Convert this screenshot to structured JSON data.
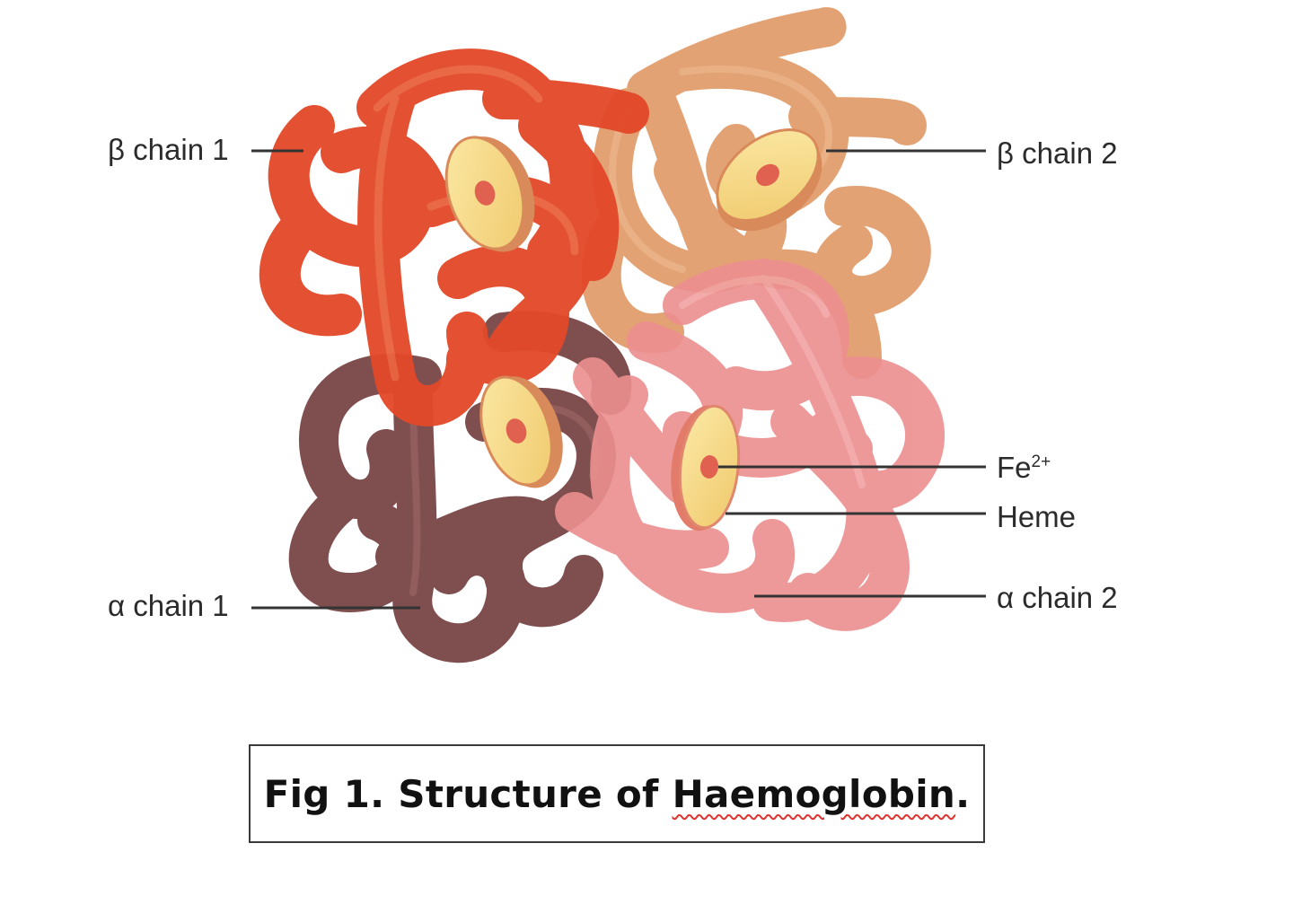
{
  "labels": {
    "beta1": "β chain 1",
    "beta2": "β chain 2",
    "fe": "Fe",
    "fe_charge": "2+",
    "heme": "Heme",
    "alpha1": "α chain 1",
    "alpha2": "α chain 2"
  },
  "caption": {
    "prefix": "Fig 1. Structure of ",
    "flagged_word": "Haemoglobin",
    "suffix": "."
  },
  "colors": {
    "beta1": "#e2492a",
    "beta2": "#df9866",
    "alpha1": "#7a4848",
    "alpha2": "#ec8f8f",
    "heme_disc": "#f7dc8a",
    "heme_rim": "#d98a5a",
    "iron": "#e0614f",
    "spellcheck_underline": "#e0322e"
  }
}
